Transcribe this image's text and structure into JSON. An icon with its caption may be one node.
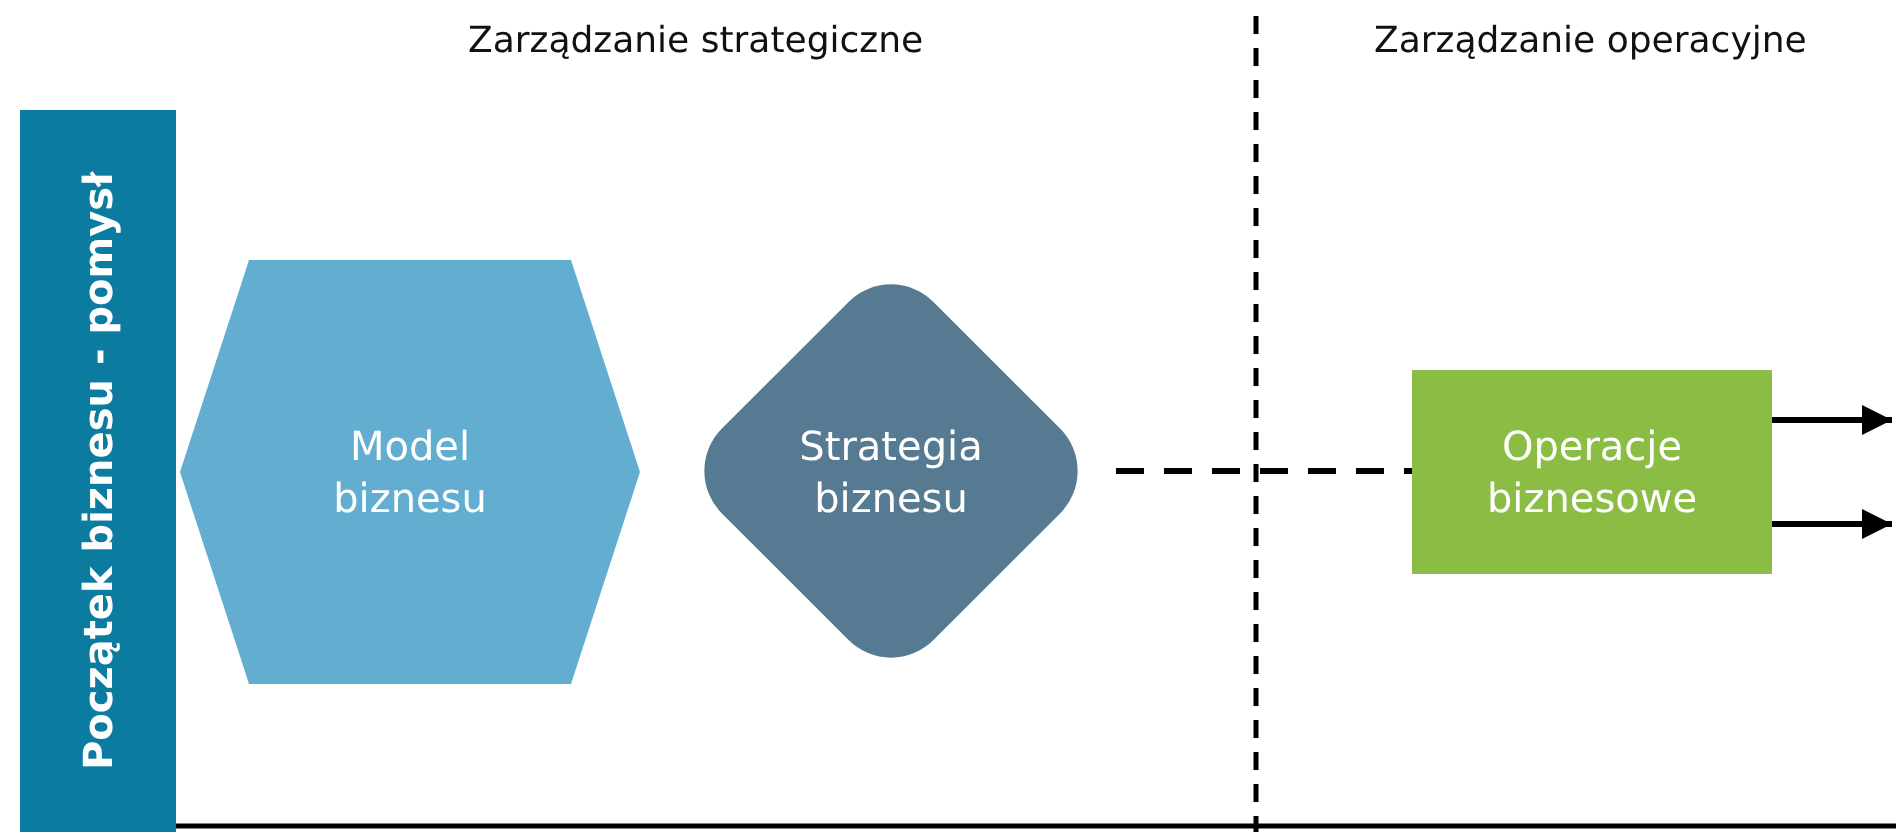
{
  "diagram": {
    "nodes": [
      {
        "text": [
          "Początek biznesu - pomysł"
        ]
      },
      {
        "text": [
          "Model biznesu"
        ]
      },
      {
        "text": [
          "Strategia biznesu"
        ]
      },
      {
        "text": [
          "Operacje biznesowe"
        ]
      }
    ],
    "edges": [
      {
        "from": 2,
        "to": 3,
        "arrow": "none",
        "style": "dashed"
      },
      {
        "from": 3,
        "to": null,
        "arrow": "to"
      },
      {
        "from": 3,
        "to": null,
        "arrow": "to"
      }
    ],
    "labels": [
      "Zarządzanie strategiczne",
      "Zarządzanie operacyjne"
    ]
  }
}
